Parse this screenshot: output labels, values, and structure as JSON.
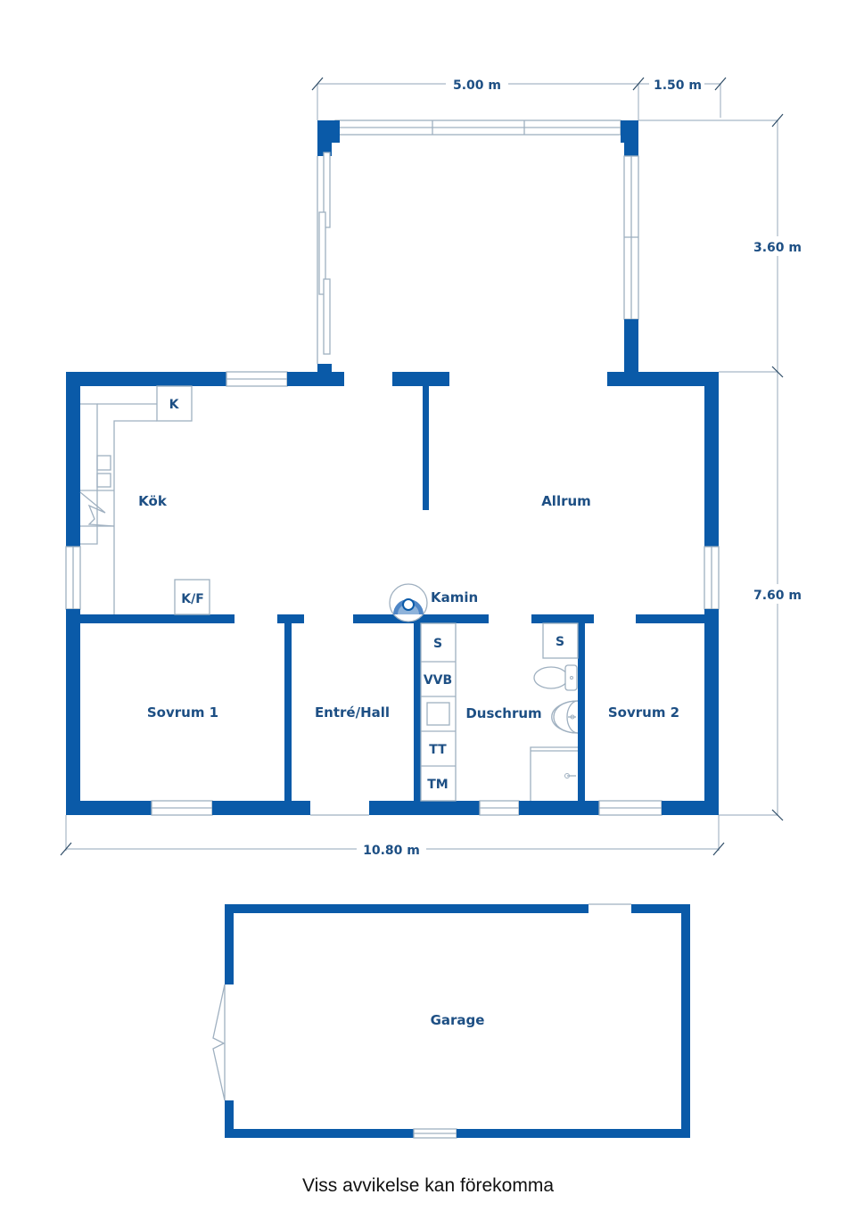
{
  "colors": {
    "wall": "#0a5aa8",
    "label": "#1d4f84",
    "thin_line": "#9fb0c0",
    "dimension_line": "#a8b8c6"
  },
  "dimensions": {
    "top_width_glasveranda": "5.00 m",
    "top_width_offset": "1.50 m",
    "right_height_veranda": "3.60 m",
    "right_height_house": "7.60 m",
    "bottom_width_house": "10.80 m"
  },
  "rooms": {
    "kok": "Kök",
    "allrum": "Allrum",
    "sovrum1": "Sovrum 1",
    "entre_hall": "Entré/Hall",
    "duschrum": "Duschrum",
    "sovrum2": "Sovrum 2",
    "garage": "Garage"
  },
  "fixtures": {
    "kyl": "K",
    "kyl_frys": "K/F",
    "kamin": "Kamin",
    "skap_hall": "S",
    "vvb": "VVB",
    "tt": "TT",
    "tm": "TM",
    "skap_dusch": "S"
  },
  "caption": "Viss avvikelse kan förekomma"
}
